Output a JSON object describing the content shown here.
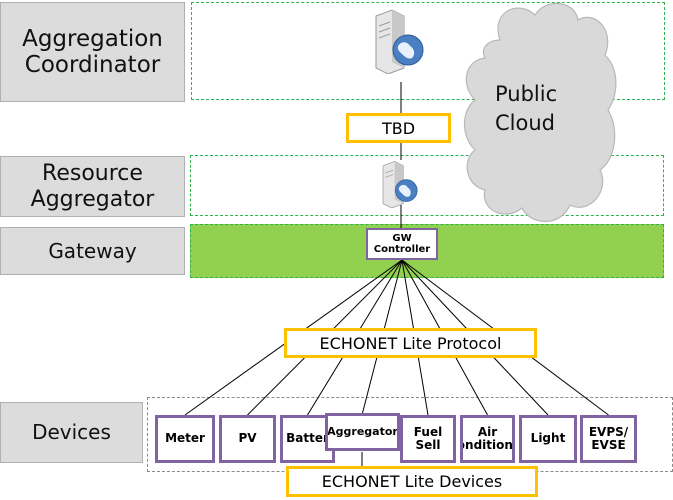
{
  "layers": {
    "aggregation_coordinator": "Aggregation Coordinator",
    "resource_aggregator": "Resource Aggregator",
    "gateway": "Gateway",
    "devices": "Devices"
  },
  "cloud": {
    "label_line1": "Public",
    "label_line2": "Cloud"
  },
  "tbd": "TBD",
  "gw_controller": {
    "line1": "GW",
    "line2": "Controller"
  },
  "protocol": "ECHONET Lite Protocol",
  "devices_caption": "ECHONET Lite Devices",
  "devices": [
    {
      "label": "Meter"
    },
    {
      "label": "PV"
    },
    {
      "label": "Batter"
    },
    {
      "label": "Aggregator"
    },
    {
      "label": "Fuel Sell"
    },
    {
      "label": "Air Conditioner"
    },
    {
      "label": "Light"
    },
    {
      "label": "EVPS/ EVSE"
    }
  ],
  "icons": {
    "server": "server-globe-icon",
    "cloud": "cloud-icon"
  }
}
